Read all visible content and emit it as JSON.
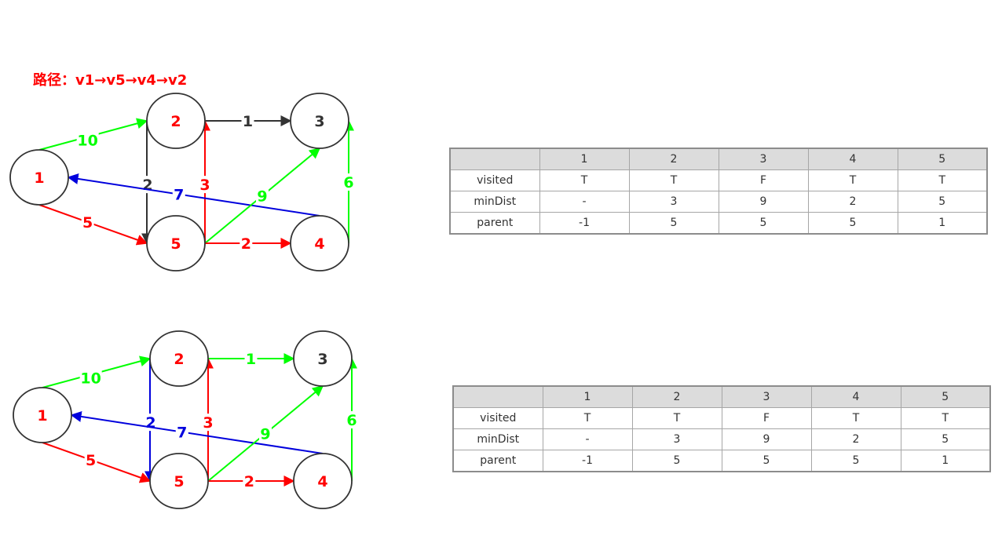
{
  "colors": {
    "red": "#ff0000",
    "green": "#00ff00",
    "blue": "#0000dd",
    "dark": "#333333",
    "node_stroke": "#333333",
    "header_bg": "#dcdcdc"
  },
  "path_title": "路径：v1→v5→v4→v2",
  "graphs": [
    {
      "nodes": [
        {
          "id": "1",
          "label": "1",
          "color": "red"
        },
        {
          "id": "2",
          "label": "2",
          "color": "red"
        },
        {
          "id": "3",
          "label": "3",
          "color": "dark"
        },
        {
          "id": "4",
          "label": "4",
          "color": "red"
        },
        {
          "id": "5",
          "label": "5",
          "color": "red"
        }
      ],
      "edges": [
        {
          "from": "1",
          "to": "2",
          "weight": "10",
          "color": "green"
        },
        {
          "from": "2",
          "to": "3",
          "weight": "1",
          "color": "dark"
        },
        {
          "from": "2",
          "to": "5",
          "weight": "2",
          "color": "dark"
        },
        {
          "from": "5",
          "to": "2",
          "weight": "3",
          "color": "red"
        },
        {
          "from": "4",
          "to": "1",
          "weight": "7",
          "color": "blue"
        },
        {
          "from": "5",
          "to": "3",
          "weight": "9",
          "color": "green"
        },
        {
          "from": "4",
          "to": "3",
          "weight": "6",
          "color": "green"
        },
        {
          "from": "1",
          "to": "5",
          "weight": "5",
          "color": "red"
        },
        {
          "from": "5",
          "to": "4",
          "weight": "2",
          "color": "red"
        }
      ]
    },
    {
      "nodes": [
        {
          "id": "1",
          "label": "1",
          "color": "red"
        },
        {
          "id": "2",
          "label": "2",
          "color": "red"
        },
        {
          "id": "3",
          "label": "3",
          "color": "dark"
        },
        {
          "id": "4",
          "label": "4",
          "color": "red"
        },
        {
          "id": "5",
          "label": "5",
          "color": "red"
        }
      ],
      "edges": [
        {
          "from": "1",
          "to": "2",
          "weight": "10",
          "color": "green"
        },
        {
          "from": "2",
          "to": "3",
          "weight": "1",
          "color": "green"
        },
        {
          "from": "2",
          "to": "5",
          "weight": "2",
          "color": "blue"
        },
        {
          "from": "5",
          "to": "2",
          "weight": "3",
          "color": "red"
        },
        {
          "from": "4",
          "to": "1",
          "weight": "7",
          "color": "blue"
        },
        {
          "from": "5",
          "to": "3",
          "weight": "9",
          "color": "green"
        },
        {
          "from": "4",
          "to": "3",
          "weight": "6",
          "color": "green"
        },
        {
          "from": "1",
          "to": "5",
          "weight": "5",
          "color": "red"
        },
        {
          "from": "5",
          "to": "4",
          "weight": "2",
          "color": "red"
        }
      ]
    }
  ],
  "tables": [
    {
      "headers": [
        "",
        "1",
        "2",
        "3",
        "4",
        "5"
      ],
      "rows": [
        [
          "visited",
          "T",
          "T",
          "F",
          "T",
          "T"
        ],
        [
          "minDist",
          "-",
          "3",
          "9",
          "2",
          "5"
        ],
        [
          "parent",
          "-1",
          "5",
          "5",
          "5",
          "1"
        ]
      ]
    },
    {
      "headers": [
        "",
        "1",
        "2",
        "3",
        "4",
        "5"
      ],
      "rows": [
        [
          "visited",
          "T",
          "T",
          "F",
          "T",
          "T"
        ],
        [
          "minDist",
          "-",
          "3",
          "9",
          "2",
          "5"
        ],
        [
          "parent",
          "-1",
          "5",
          "5",
          "5",
          "1"
        ]
      ]
    }
  ]
}
